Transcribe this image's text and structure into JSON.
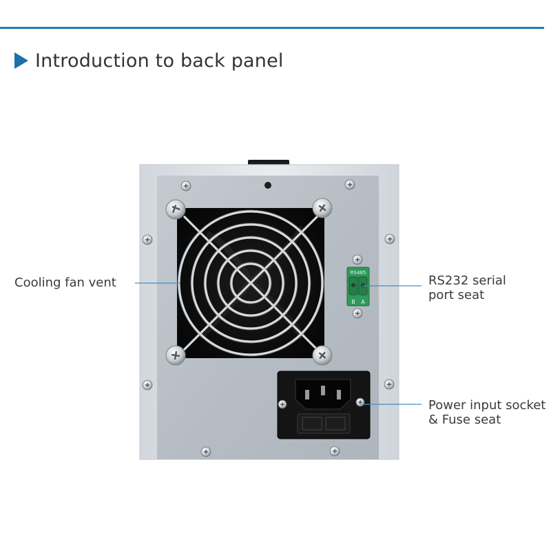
{
  "header": {
    "title": "Introduction to back panel",
    "accent_color": "#1f6fa8",
    "rule_color": "#2a79ad"
  },
  "callouts": [
    {
      "id": "fan",
      "lines": [
        "Cooling fan vent"
      ]
    },
    {
      "id": "rs232",
      "lines": [
        "RS232 serial",
        "port seat"
      ]
    },
    {
      "id": "power",
      "lines": [
        "Power input socket",
        "& Fuse seat"
      ]
    }
  ],
  "connector": {
    "top_text": "RS485",
    "pins": [
      "B",
      "A"
    ],
    "color": "#2f9a5a"
  },
  "panel": {
    "frame_color": "#dfe3e8",
    "plate_color": "#b9c0c7",
    "line_color": "#3d8fc4"
  }
}
